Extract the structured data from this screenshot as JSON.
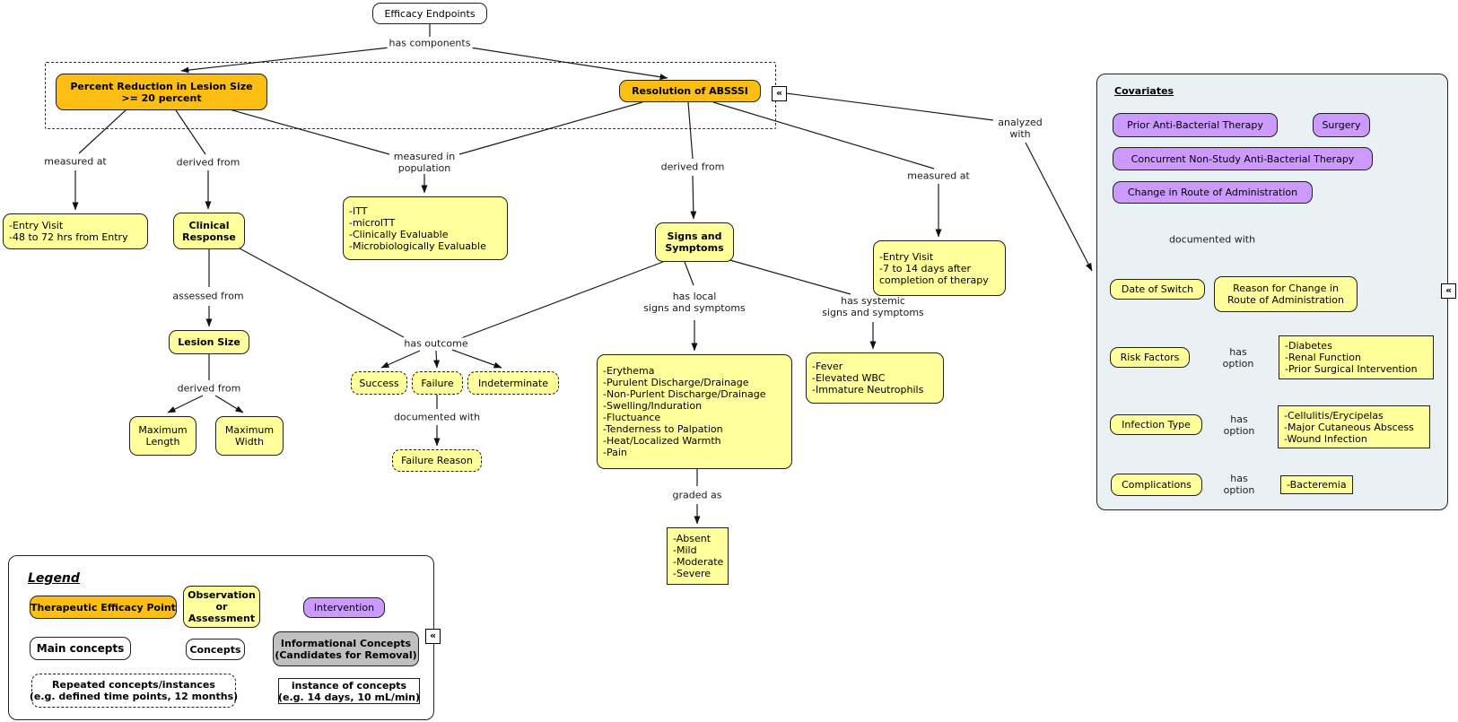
{
  "colors": {
    "canvas_bg": "#ffffff",
    "efficacy_orange": "#FCBE13",
    "concept_yellow": "#FFFF9C",
    "intervention_purple": "#CC99FF",
    "informational_gray": "#C0C0C0",
    "panel_bg": "#EAF1F4",
    "line": "#1a1a1a"
  },
  "icons": {
    "collapse": "«"
  },
  "diagram": {
    "nodes": {
      "efficacy_endpoints": "Efficacy Endpoints",
      "percent_reduction": [
        "Percent Reduction in Lesion Size",
        ">= 20 percent"
      ],
      "resolution": "Resolution of ABSSSI",
      "entry_visit_early": [
        "-Entry Visit",
        "-48 to 72 hrs from Entry"
      ],
      "clinical_response": [
        "Clinical",
        "Response"
      ],
      "itt": [
        "-ITT",
        "-microITT",
        "-Clinically Evaluable",
        "-Microbiologically Evaluable"
      ],
      "signs_symptoms": [
        "Signs and",
        "Symptoms"
      ],
      "entry_visit_late": [
        "-Entry Visit",
        "-7 to 14 days after",
        "completion of therapy"
      ],
      "lesion_size": "Lesion Size",
      "maximum_length": [
        "Maximum",
        "Length"
      ],
      "maximum_width": [
        "Maximum",
        "Width"
      ],
      "success": "Success",
      "failure": "Failure",
      "indeterminate": "Indeterminate",
      "failure_reason": "Failure Reason",
      "local_signs": [
        "-Erythema",
        "-Purulent Discharge/Drainage",
        "-Non-Purlent Discharge/Drainage",
        "-Swelling/Induration",
        "-Fluctuance",
        "-Tenderness to Palpation",
        "-Heat/Localized Warmth",
        "-Pain"
      ],
      "systemic_signs": [
        "-Fever",
        "-Elevated WBC",
        "-Immature Neutrophils"
      ],
      "graded": [
        "-Absent",
        "-Mild",
        "-Moderate",
        "-Severe"
      ]
    },
    "links": {
      "has_components": "has components",
      "measured_at_left": "measured at",
      "derived_from_left": "derived from",
      "measured_in_population": [
        "measured in",
        "population"
      ],
      "derived_from_mid": "derived from",
      "measured_at_right": "measured at",
      "analyzed_with": [
        "analyzed",
        "with"
      ],
      "assessed_from": "assessed from",
      "derived_from_lesion": "derived from",
      "has_outcome": "has outcome",
      "documented_with": "documented with",
      "has_local": [
        "has local",
        "signs and symptoms"
      ],
      "has_systemic": [
        "has systemic",
        "signs and symptoms"
      ],
      "graded_as": "graded as"
    }
  },
  "panel": {
    "title": "Covariates",
    "nodes": {
      "prior_therapy": "Prior Anti-Bacterial Therapy",
      "surgery": "Surgery",
      "concurrent_therapy": "Concurrent Non-Study Anti-Bacterial Therapy",
      "change_route": "Change in Route of Administration",
      "date_of_switch": "Date of Switch",
      "reason_change": [
        "Reason for Change in",
        "Route of Administration"
      ],
      "risk_factors": "Risk Factors",
      "risk_options": [
        "-Diabetes",
        "-Renal Function",
        "-Prior Surgical Intervention"
      ],
      "infection_type": "Infection Type",
      "infection_options": [
        "-Cellulitis/Erycipelas",
        "-Major Cutaneous Abscess",
        "-Wound Infection"
      ],
      "complications": "Complications",
      "complication_options": [
        "-Bacteremia"
      ]
    },
    "links": {
      "documented_with": "documented with",
      "has_option": [
        "has",
        "option"
      ]
    }
  },
  "legend": {
    "title": "Legend",
    "items": {
      "therapeutic": "Therapeutic Efficacy Point",
      "observation": [
        "Observation",
        "or",
        "Assessment"
      ],
      "intervention": "Intervention",
      "main_concepts": "Main concepts",
      "concepts": "Concepts",
      "informational": [
        "Informational Concepts",
        "(Candidates for Removal)"
      ],
      "repeated": [
        "Repeated concepts/instances",
        "(e.g. defined time points, 12 months)"
      ],
      "instance": [
        "instance of concepts",
        "(e.g. 14 days, 10 mL/min)"
      ]
    }
  }
}
